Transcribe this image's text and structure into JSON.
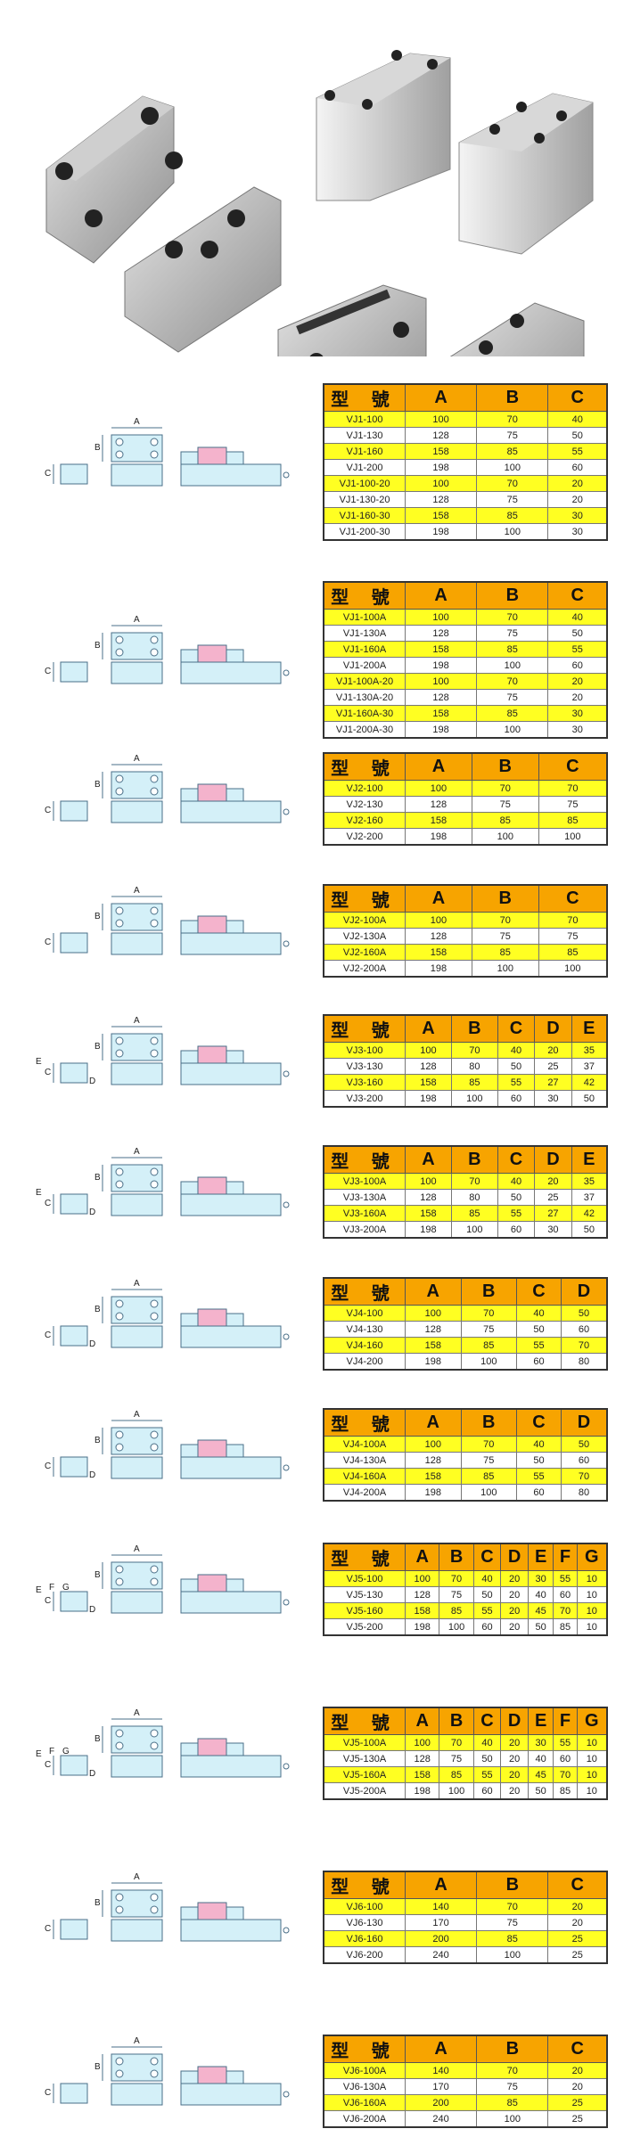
{
  "header_model": "型 號",
  "colors": {
    "header": "#f7a400",
    "row_alt": "#ffff22",
    "diagram_fill": "#d4f0f8",
    "diagram_stroke": "#4a6f88",
    "jaw": "#f4b3cc"
  },
  "sections": [
    {
      "id": "vj1",
      "labels": [
        "A",
        "B",
        "C"
      ],
      "columns": [
        "A",
        "B",
        "C"
      ],
      "rows": [
        [
          "VJ1-100",
          "100",
          "70",
          "40"
        ],
        [
          "VJ1-130",
          "128",
          "75",
          "50"
        ],
        [
          "VJ1-160",
          "158",
          "85",
          "55"
        ],
        [
          "VJ1-200",
          "198",
          "100",
          "60"
        ],
        [
          "VJ1-100-20",
          "100",
          "70",
          "20"
        ],
        [
          "VJ1-130-20",
          "128",
          "75",
          "20"
        ],
        [
          "VJ1-160-30",
          "158",
          "85",
          "30"
        ],
        [
          "VJ1-200-30",
          "198",
          "100",
          "30"
        ]
      ]
    },
    {
      "id": "vj1a",
      "labels": [
        "A",
        "B",
        "C"
      ],
      "columns": [
        "A",
        "B",
        "C"
      ],
      "rows": [
        [
          "VJ1-100A",
          "100",
          "70",
          "40"
        ],
        [
          "VJ1-130A",
          "128",
          "75",
          "50"
        ],
        [
          "VJ1-160A",
          "158",
          "85",
          "55"
        ],
        [
          "VJ1-200A",
          "198",
          "100",
          "60"
        ],
        [
          "VJ1-100A-20",
          "100",
          "70",
          "20"
        ],
        [
          "VJ1-130A-20",
          "128",
          "75",
          "20"
        ],
        [
          "VJ1-160A-30",
          "158",
          "85",
          "30"
        ],
        [
          "VJ1-200A-30",
          "198",
          "100",
          "30"
        ]
      ]
    },
    {
      "id": "vj2",
      "labels": [
        "A",
        "B",
        "C"
      ],
      "columns": [
        "A",
        "B",
        "C"
      ],
      "rows": [
        [
          "VJ2-100",
          "100",
          "70",
          "70"
        ],
        [
          "VJ2-130",
          "128",
          "75",
          "75"
        ],
        [
          "VJ2-160",
          "158",
          "85",
          "85"
        ],
        [
          "VJ2-200",
          "198",
          "100",
          "100"
        ]
      ]
    },
    {
      "id": "vj2a",
      "labels": [
        "A",
        "B",
        "C"
      ],
      "columns": [
        "A",
        "B",
        "C"
      ],
      "rows": [
        [
          "VJ2-100A",
          "100",
          "70",
          "70"
        ],
        [
          "VJ2-130A",
          "128",
          "75",
          "75"
        ],
        [
          "VJ2-160A",
          "158",
          "85",
          "85"
        ],
        [
          "VJ2-200A",
          "198",
          "100",
          "100"
        ]
      ]
    },
    {
      "id": "vj3",
      "labels": [
        "A",
        "B",
        "C",
        "D",
        "E"
      ],
      "columns": [
        "A",
        "B",
        "C",
        "D",
        "E"
      ],
      "rows": [
        [
          "VJ3-100",
          "100",
          "70",
          "40",
          "20",
          "35"
        ],
        [
          "VJ3-130",
          "128",
          "80",
          "50",
          "25",
          "37"
        ],
        [
          "VJ3-160",
          "158",
          "85",
          "55",
          "27",
          "42"
        ],
        [
          "VJ3-200",
          "198",
          "100",
          "60",
          "30",
          "50"
        ]
      ]
    },
    {
      "id": "vj3a",
      "labels": [
        "A",
        "B",
        "C",
        "D",
        "E"
      ],
      "columns": [
        "A",
        "B",
        "C",
        "D",
        "E"
      ],
      "rows": [
        [
          "VJ3-100A",
          "100",
          "70",
          "40",
          "20",
          "35"
        ],
        [
          "VJ3-130A",
          "128",
          "80",
          "50",
          "25",
          "37"
        ],
        [
          "VJ3-160A",
          "158",
          "85",
          "55",
          "27",
          "42"
        ],
        [
          "VJ3-200A",
          "198",
          "100",
          "60",
          "30",
          "50"
        ]
      ]
    },
    {
      "id": "vj4",
      "labels": [
        "A",
        "B",
        "C",
        "D"
      ],
      "columns": [
        "A",
        "B",
        "C",
        "D"
      ],
      "rows": [
        [
          "VJ4-100",
          "100",
          "70",
          "40",
          "50"
        ],
        [
          "VJ4-130",
          "128",
          "75",
          "50",
          "60"
        ],
        [
          "VJ4-160",
          "158",
          "85",
          "55",
          "70"
        ],
        [
          "VJ4-200",
          "198",
          "100",
          "60",
          "80"
        ]
      ]
    },
    {
      "id": "vj4a",
      "labels": [
        "A",
        "B",
        "C",
        "D"
      ],
      "columns": [
        "A",
        "B",
        "C",
        "D"
      ],
      "rows": [
        [
          "VJ4-100A",
          "100",
          "70",
          "40",
          "50"
        ],
        [
          "VJ4-130A",
          "128",
          "75",
          "50",
          "60"
        ],
        [
          "VJ4-160A",
          "158",
          "85",
          "55",
          "70"
        ],
        [
          "VJ4-200A",
          "198",
          "100",
          "60",
          "80"
        ]
      ]
    },
    {
      "id": "vj5",
      "labels": [
        "A",
        "B",
        "C",
        "D",
        "E",
        "F",
        "G"
      ],
      "columns": [
        "A",
        "B",
        "C",
        "D",
        "E",
        "F",
        "G"
      ],
      "rows": [
        [
          "VJ5-100",
          "100",
          "70",
          "40",
          "20",
          "30",
          "55",
          "10"
        ],
        [
          "VJ5-130",
          "128",
          "75",
          "50",
          "20",
          "40",
          "60",
          "10"
        ],
        [
          "VJ5-160",
          "158",
          "85",
          "55",
          "20",
          "45",
          "70",
          "10"
        ],
        [
          "VJ5-200",
          "198",
          "100",
          "60",
          "20",
          "50",
          "85",
          "10"
        ]
      ]
    },
    {
      "id": "vj5a",
      "labels": [
        "A",
        "B",
        "C",
        "D",
        "E",
        "F",
        "G"
      ],
      "columns": [
        "A",
        "B",
        "C",
        "D",
        "E",
        "F",
        "G"
      ],
      "rows": [
        [
          "VJ5-100A",
          "100",
          "70",
          "40",
          "20",
          "30",
          "55",
          "10"
        ],
        [
          "VJ5-130A",
          "128",
          "75",
          "50",
          "20",
          "40",
          "60",
          "10"
        ],
        [
          "VJ5-160A",
          "158",
          "85",
          "55",
          "20",
          "45",
          "70",
          "10"
        ],
        [
          "VJ5-200A",
          "198",
          "100",
          "60",
          "20",
          "50",
          "85",
          "10"
        ]
      ]
    },
    {
      "id": "vj6",
      "labels": [
        "A",
        "B",
        "C"
      ],
      "columns": [
        "A",
        "B",
        "C"
      ],
      "rows": [
        [
          "VJ6-100",
          "140",
          "70",
          "20"
        ],
        [
          "VJ6-130",
          "170",
          "75",
          "20"
        ],
        [
          "VJ6-160",
          "200",
          "85",
          "25"
        ],
        [
          "VJ6-200",
          "240",
          "100",
          "25"
        ]
      ]
    },
    {
      "id": "vj6a",
      "labels": [
        "A",
        "B",
        "C"
      ],
      "columns": [
        "A",
        "B",
        "C"
      ],
      "rows": [
        [
          "VJ6-100A",
          "140",
          "70",
          "20"
        ],
        [
          "VJ6-130A",
          "170",
          "75",
          "20"
        ],
        [
          "VJ6-160A",
          "200",
          "85",
          "25"
        ],
        [
          "VJ6-200A",
          "240",
          "100",
          "25"
        ]
      ]
    }
  ]
}
